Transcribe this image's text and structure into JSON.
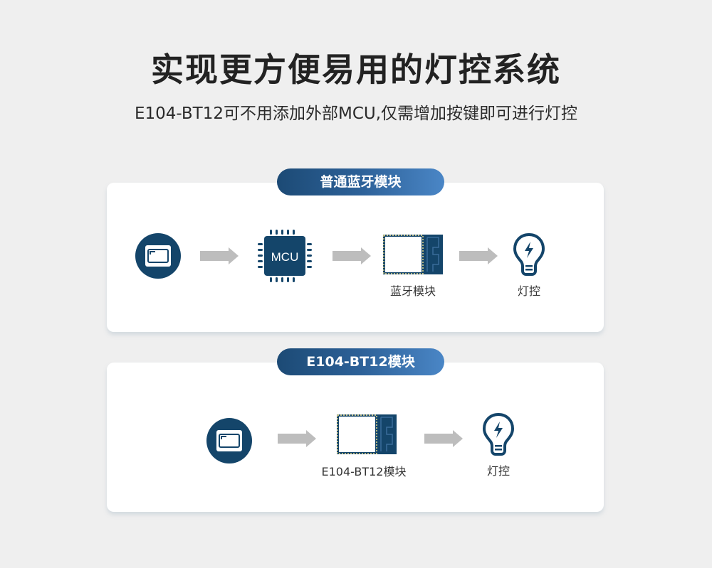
{
  "header": {
    "title": "实现更方便易用的灯控系统",
    "subtitle": "E104-BT12可不用添加外部MCU,仅需增加按键即可进行灯控"
  },
  "colors": {
    "background": "#efefef",
    "card": "#ffffff",
    "icon_dark_blue": "#14456a",
    "arrow_gray": "#bdbdbd",
    "pill_gradient_start": "#1c4a75",
    "pill_gradient_end": "#4a86c6"
  },
  "diagrams": [
    {
      "label": "普通蓝牙模块",
      "nodes": [
        {
          "icon": "switch-panel-icon",
          "label": ""
        },
        {
          "icon": "mcu-chip-icon",
          "chip_text": "MCU",
          "label": ""
        },
        {
          "icon": "bluetooth-module-icon",
          "label": "蓝牙模块"
        },
        {
          "icon": "lightbulb-icon",
          "label": "灯控"
        }
      ]
    },
    {
      "label": "E104-BT12模块",
      "nodes": [
        {
          "icon": "switch-panel-icon",
          "label": ""
        },
        {
          "icon": "bluetooth-module-icon",
          "label": "E104-BT12模块"
        },
        {
          "icon": "lightbulb-icon",
          "label": "灯控"
        }
      ]
    }
  ]
}
